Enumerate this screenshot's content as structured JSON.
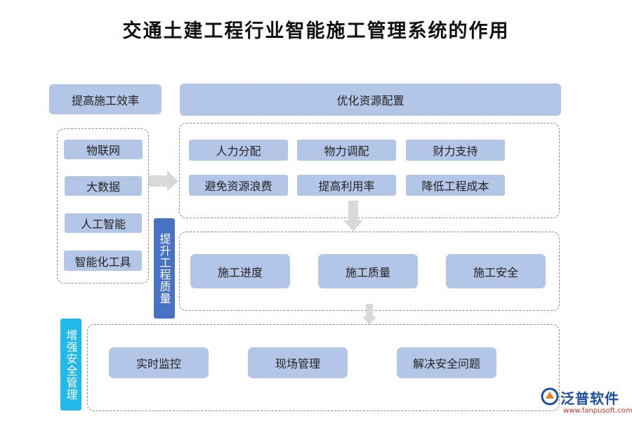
{
  "title": "交通土建工程行业智能施工管理系统的作用",
  "efficiency": {
    "header": "提高施工效率",
    "tech_items": [
      "物联网",
      "大数据",
      "人工智能",
      "智能化工具"
    ]
  },
  "resources": {
    "header": "优化资源配置",
    "items": [
      "人力分配",
      "物力调配",
      "财力支持",
      "避免资源浪费",
      "提高利用率",
      "降低工程成本"
    ]
  },
  "quality": {
    "label": "提升工程质量",
    "items": [
      "施工进度",
      "施工质量",
      "施工安全"
    ]
  },
  "safety": {
    "label": "增强安全管理",
    "items": [
      "实时监控",
      "现场管理",
      "解决安全问题"
    ]
  },
  "logo": {
    "name": "泛普软件",
    "url": "www.fanpusoft.com"
  },
  "colors": {
    "box": "#b4c6e7",
    "quality_label": "#4a72c4",
    "safety_label": "#22b8e8",
    "arrow": "#d9d9d9"
  }
}
